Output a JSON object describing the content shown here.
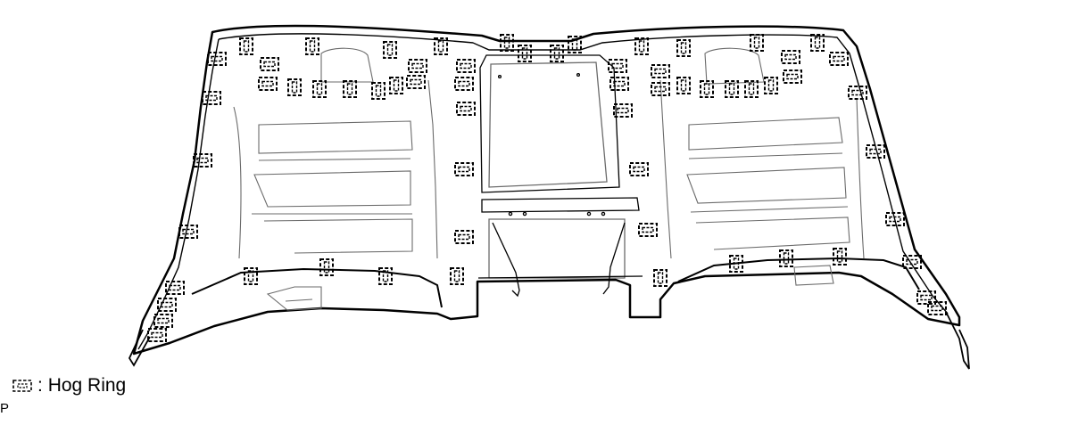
{
  "legend": {
    "symbol_name": "hog-ring-symbol",
    "colon": ":",
    "label": "Hog Ring"
  },
  "corner_mark": "P",
  "colors": {
    "ink": "#000000",
    "background": "#ffffff",
    "detail_line": "#6b6b6b"
  },
  "hog_ring_count": 64
}
